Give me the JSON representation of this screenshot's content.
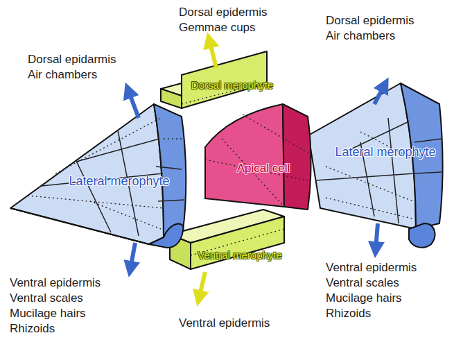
{
  "diagram": {
    "nodes": [
      {
        "text": [
          "Lateral merophyte"
        ]
      },
      {
        "text": [
          "Dorsal merophyte"
        ]
      },
      {
        "text": [
          "Apical cell"
        ]
      },
      {
        "text": [
          "Lateral merophyte"
        ]
      },
      {
        "text": [
          "Ventral merophyte"
        ]
      }
    ],
    "labels": [
      "Dorsal epidermis",
      "Gemmae cups",
      "Dorsal epidarmis",
      "Air chambers",
      "Dorsal epidermis",
      "Air chambers",
      "Ventral epidermis",
      "Ventral scales",
      "Mucilage hairs",
      "Rhizoids",
      "Ventral epidermis",
      "Ventral epidermis",
      "Ventral scales",
      "Mucilage hairs",
      "Rhizoids"
    ]
  }
}
